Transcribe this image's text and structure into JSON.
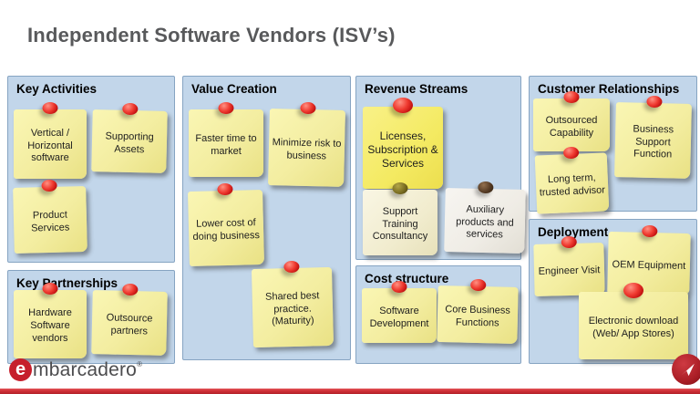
{
  "slide": {
    "title": "Independent Software Vendors (ISV’s)"
  },
  "panels": [
    {
      "id": "key-activities",
      "title": "Key Activities",
      "notes": [
        {
          "text": "Vertical / Horizontal software",
          "pin": "red",
          "paper": "yellow"
        },
        {
          "text": "Supporting Assets",
          "pin": "red",
          "paper": "yellow"
        },
        {
          "text": "Product Services",
          "pin": "red",
          "paper": "yellow"
        }
      ]
    },
    {
      "id": "key-partnerships",
      "title": "Key Partnerships",
      "notes": [
        {
          "text": "Hardware Software vendors",
          "pin": "red",
          "paper": "yellow"
        },
        {
          "text": "Outsource partners",
          "pin": "red",
          "paper": "yellow"
        }
      ]
    },
    {
      "id": "value-creation",
      "title": "Value Creation",
      "notes": [
        {
          "text": "Faster time to market",
          "pin": "red",
          "paper": "yellow"
        },
        {
          "text": "Minimize risk to business",
          "pin": "red",
          "paper": "yellow"
        },
        {
          "text": "Lower cost of doing business",
          "pin": "red",
          "paper": "yellow"
        },
        {
          "text": "Shared best practice. (Maturity)",
          "pin": "red",
          "paper": "yellow"
        }
      ]
    },
    {
      "id": "revenue-streams",
      "title": "Revenue Streams",
      "notes": [
        {
          "text": "Licenses, Subscription & Services",
          "pin": "red",
          "paper": "bright-yellow"
        },
        {
          "text": "Support Training Consultancy",
          "pin": "olive",
          "paper": "cream"
        },
        {
          "text": "Auxiliary products and services",
          "pin": "brown",
          "paper": "white"
        }
      ]
    },
    {
      "id": "cost-structure",
      "title": "Cost structure",
      "notes": [
        {
          "text": "Software Development",
          "pin": "red",
          "paper": "yellow"
        },
        {
          "text": "Core Business Functions",
          "pin": "red",
          "paper": "yellow"
        }
      ]
    },
    {
      "id": "customer-relationships",
      "title": "Customer Relationships",
      "notes": [
        {
          "text": "Outsourced Capability",
          "pin": "red",
          "paper": "yellow"
        },
        {
          "text": "Business Support Function",
          "pin": "red",
          "paper": "yellow"
        },
        {
          "text": "Long term, trusted advisor",
          "pin": "red",
          "paper": "yellow"
        }
      ]
    },
    {
      "id": "deployment",
      "title": "Deployment",
      "notes": [
        {
          "text": "Engineer Visit",
          "pin": "red",
          "paper": "yellow"
        },
        {
          "text": "OEM Equipment",
          "pin": "red",
          "paper": "yellow"
        },
        {
          "text": "Electronic download (Web/ App Stores)",
          "pin": "red",
          "paper": "yellow"
        }
      ]
    }
  ],
  "footer": {
    "brand_mark": "e",
    "brand_name": "mbarcadero",
    "registered_mark": "®"
  },
  "colors": {
    "title_gray": "#58595b",
    "panel_blue": "#c2d6ea",
    "panel_border": "#86a4c2",
    "note_yellow": "#f3eda0",
    "note_bright_yellow": "#f4ea62",
    "note_cream": "#f1ecce",
    "note_white": "#efece5",
    "pin_red": "#e0201c",
    "pin_olive": "#7a6d22",
    "pin_brown": "#553a23",
    "accent_red": "#c61f2c"
  }
}
